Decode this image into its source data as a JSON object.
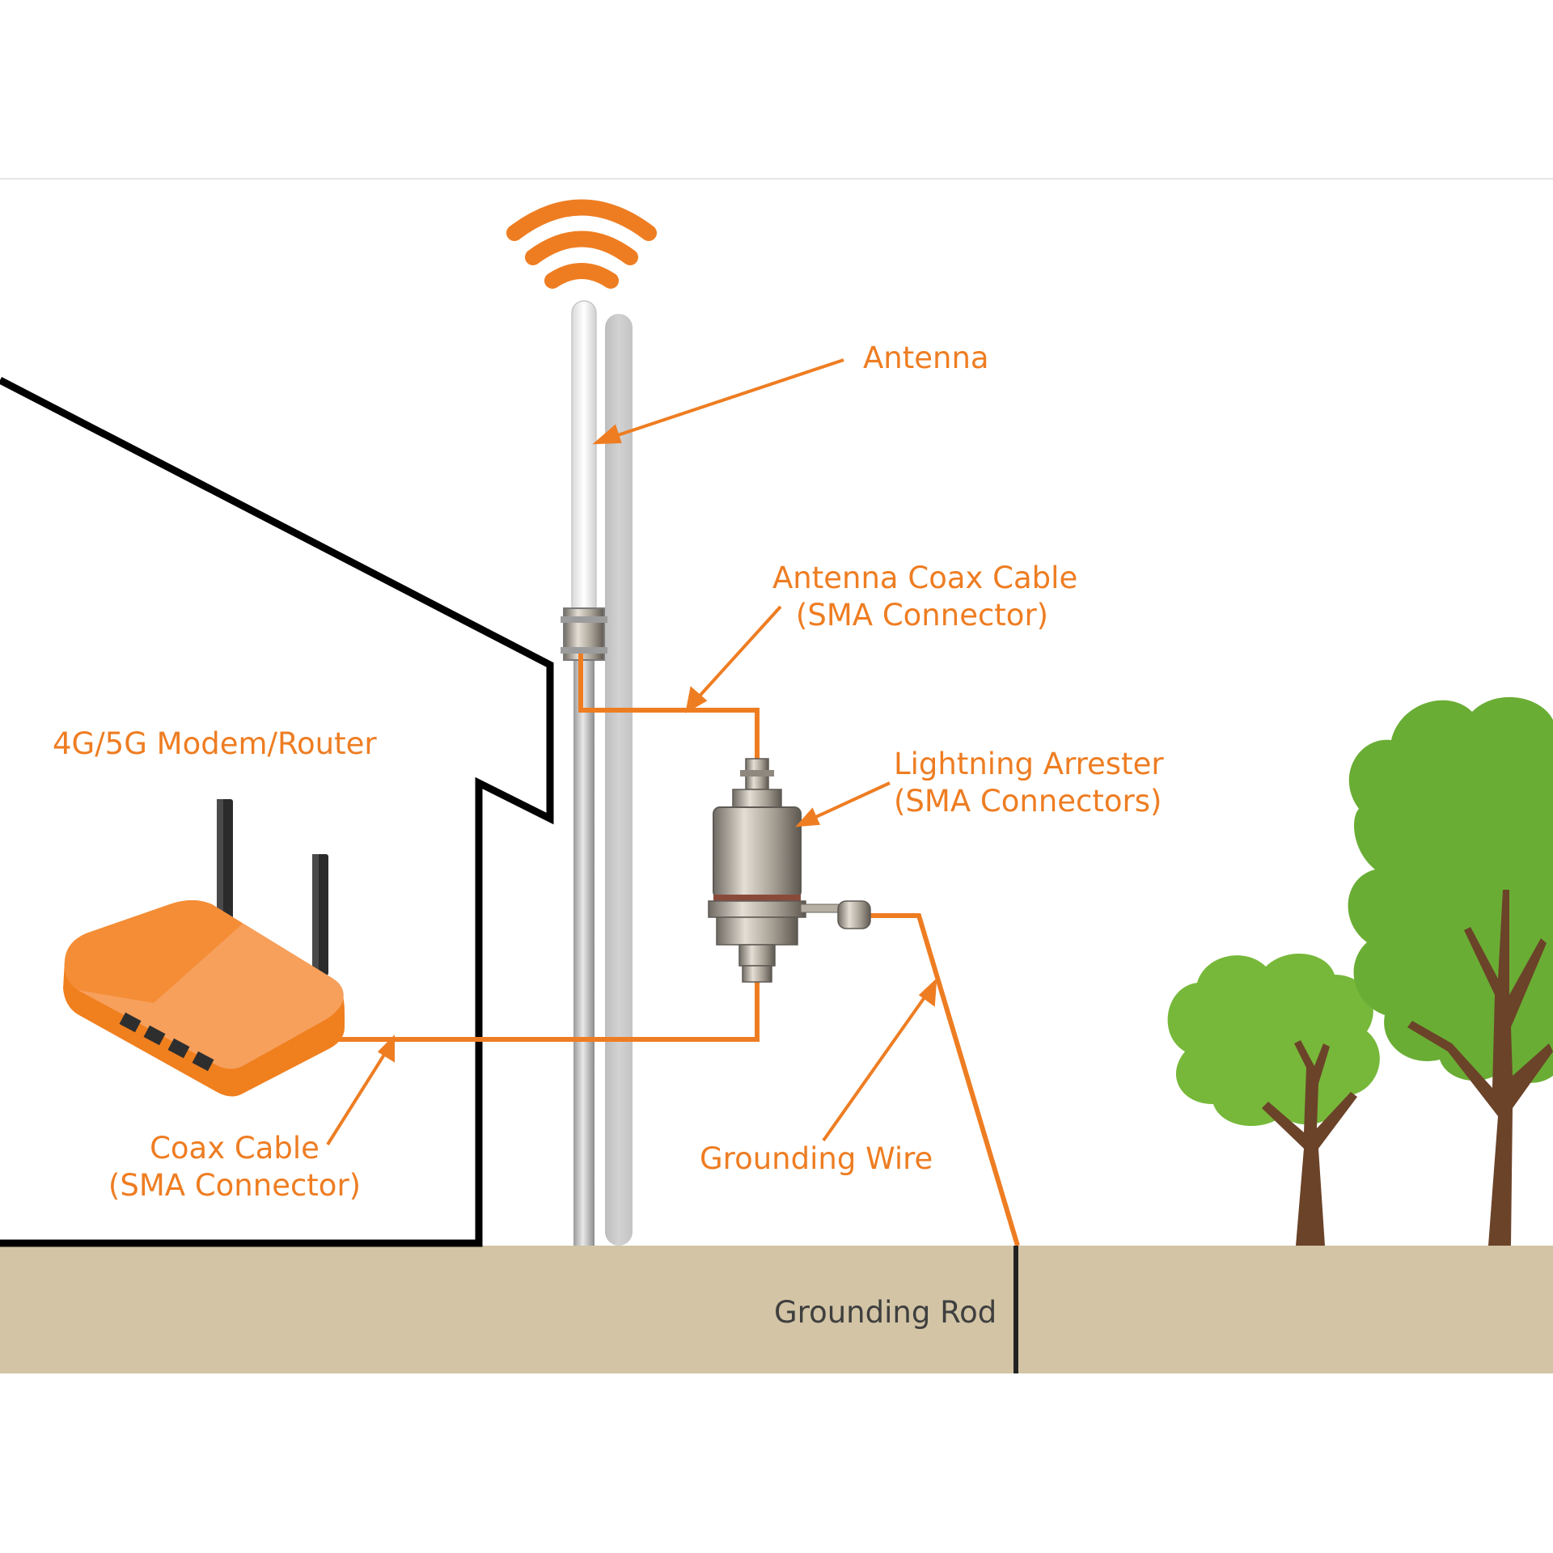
{
  "colors": {
    "accent": "#ee7d22",
    "ground": "#d2c4a5",
    "outline": "#000000",
    "tree_foliage": "#77b83a",
    "tree_trunk": "#6b4329",
    "label_dark": "#3f3f3f"
  },
  "labels": {
    "antenna": "Antenna",
    "antenna_coax_line1": "Antenna Coax Cable",
    "antenna_coax_line2": "(SMA Connector)",
    "modem": "4G/5G Modem/Router",
    "arrester_line1": "Lightning Arrester",
    "arrester_line2": "(SMA Connectors)",
    "coax_line1": "Coax Cable",
    "coax_line2": "(SMA Connector)",
    "grounding_wire": "Grounding Wire",
    "grounding_rod": "Grounding Rod"
  },
  "icons": [
    "wifi-signal-icon",
    "antenna",
    "lightning-arrester",
    "router",
    "tree"
  ]
}
